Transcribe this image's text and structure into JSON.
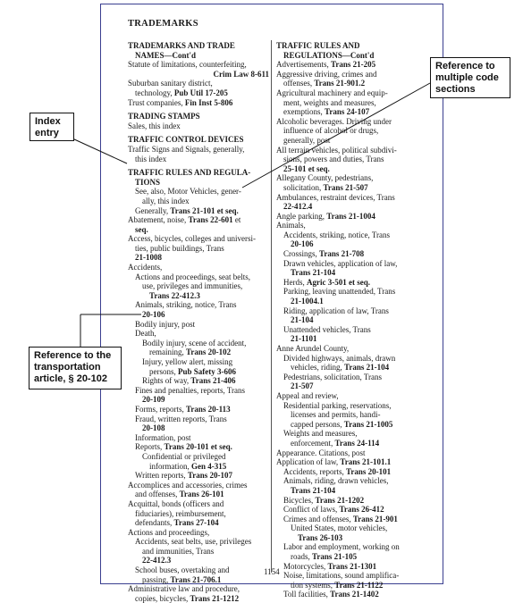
{
  "page": {
    "heading": "TRADEMARKS",
    "page_number": "1154"
  },
  "left_column": [
    {
      "text": "TRADEMARKS AND TRADE",
      "style": "head"
    },
    {
      "text": "NAMES—Cont'd",
      "style": "head-indent"
    },
    {
      "text": "Statute of limitations, counterfeiting,",
      "style": ""
    },
    {
      "text": "Crim Law 8-611",
      "style": "ref-right"
    },
    {
      "text": "Suburban sanitary district,",
      "style": ""
    },
    {
      "text": "technology, Pub Util 17-205",
      "style": "i1"
    },
    {
      "text": "Trust companies, Fin Inst 5-806",
      "style": ""
    },
    {
      "text": "",
      "style": "gap"
    },
    {
      "text": "TRADING STAMPS",
      "style": "head"
    },
    {
      "text": "Sales, this index",
      "style": ""
    },
    {
      "text": "",
      "style": "gap"
    },
    {
      "text": "TRAFFIC CONTROL DEVICES",
      "style": "head"
    },
    {
      "text": "Traffic Signs and Signals, generally,",
      "style": ""
    },
    {
      "text": "this index",
      "style": "i1"
    },
    {
      "text": "",
      "style": "gap"
    },
    {
      "text": "TRAFFIC RULES AND REGULA-",
      "style": "head"
    },
    {
      "text": "TIONS",
      "style": "head-indent"
    },
    {
      "text": "See, also, Motor Vehicles, gener-",
      "style": "i1"
    },
    {
      "text": "ally, this index",
      "style": "i2"
    },
    {
      "text": "Generally, Trans 21-101 et seq.",
      "style": "i1"
    },
    {
      "text": "Abatement, noise, Trans 22-601 et",
      "style": ""
    },
    {
      "text": "seq.",
      "style": "i1"
    },
    {
      "text": "Access, bicycles, colleges and universi-",
      "style": ""
    },
    {
      "text": "ties, public buildings, Trans",
      "style": "i1"
    },
    {
      "text": "21-1008",
      "style": "i1"
    },
    {
      "text": "Accidents,",
      "style": ""
    },
    {
      "text": "Actions and proceedings, seat belts,",
      "style": "i1"
    },
    {
      "text": "use, privileges and immunities,",
      "style": "i2"
    },
    {
      "text": "Trans 22-412.3",
      "style": "i3"
    },
    {
      "text": "Animals, striking, notice, Trans",
      "style": "i1"
    },
    {
      "text": "20-106",
      "style": "i2"
    },
    {
      "text": "Bodily injury, post",
      "style": "i1"
    },
    {
      "text": "Death,",
      "style": "i1"
    },
    {
      "text": "Bodily injury, scene of accident,",
      "style": "i2"
    },
    {
      "text": "remaining, Trans 20-102",
      "style": "i3"
    },
    {
      "text": "Injury, yellow alert, missing",
      "style": "i2"
    },
    {
      "text": "persons, Pub Safety 3-606",
      "style": "i3"
    },
    {
      "text": "Rights of way, Trans 21-406",
      "style": "i2"
    },
    {
      "text": "Fines and penalties, reports, Trans",
      "style": "i1"
    },
    {
      "text": "20-109",
      "style": "i2"
    },
    {
      "text": "Forms, reports, Trans 20-113",
      "style": "i1"
    },
    {
      "text": "Fraud, written reports, Trans",
      "style": "i1"
    },
    {
      "text": "20-108",
      "style": "i2"
    },
    {
      "text": "Information, post",
      "style": "i1"
    },
    {
      "text": "Reports, Trans 20-101 et seq.",
      "style": "i1"
    },
    {
      "text": "Confidential or privileged",
      "style": "i2"
    },
    {
      "text": "information, Gen 4-315",
      "style": "i3"
    },
    {
      "text": "Written reports, Trans 20-107",
      "style": "i1"
    },
    {
      "text": "Accomplices and accessories, crimes",
      "style": ""
    },
    {
      "text": "and offenses, Trans 26-101",
      "style": "i1"
    },
    {
      "text": "Acquittal, bonds (officers and",
      "style": ""
    },
    {
      "text": "fiduciaries), reimbursement,",
      "style": "i1"
    },
    {
      "text": "defendants, Trans 27-104",
      "style": "i1"
    },
    {
      "text": "Actions and proceedings,",
      "style": ""
    },
    {
      "text": "Accidents, seat belts, use, privileges",
      "style": "i1"
    },
    {
      "text": "and immunities, Trans",
      "style": "i2"
    },
    {
      "text": "22-412.3",
      "style": "i2"
    },
    {
      "text": "School buses, overtaking and",
      "style": "i1"
    },
    {
      "text": "passing, Trans 21-706.1",
      "style": "i2"
    },
    {
      "text": "Administrative law and procedure,",
      "style": ""
    },
    {
      "text": "copies, bicycles, Trans 21-1212",
      "style": "i1"
    }
  ],
  "right_column": [
    {
      "text": "TRAFFIC RULES AND",
      "style": "head"
    },
    {
      "text": "REGULATIONS—Cont'd",
      "style": "head-indent"
    },
    {
      "text": "Advertisements, Trans 21-205",
      "style": ""
    },
    {
      "text": "Aggressive driving, crimes and",
      "style": ""
    },
    {
      "text": "offenses, Trans 21-901.2",
      "style": "i1"
    },
    {
      "text": "Agricultural machinery and equip-",
      "style": ""
    },
    {
      "text": "ment, weights and measures,",
      "style": "i1"
    },
    {
      "text": "exemptions, Trans 24-107",
      "style": "i1"
    },
    {
      "text": "Alcoholic beverages. Driving under",
      "style": ""
    },
    {
      "text": "influence of alcohol or drugs,",
      "style": "i1"
    },
    {
      "text": "generally, post",
      "style": "i1"
    },
    {
      "text": "All terrain vehicles, political subdivi-",
      "style": ""
    },
    {
      "text": "sions, powers and duties, Trans",
      "style": "i1"
    },
    {
      "text": "25-101 et seq.",
      "style": "i1"
    },
    {
      "text": "Allegany County, pedestrians,",
      "style": ""
    },
    {
      "text": "solicitation, Trans 21-507",
      "style": "i1"
    },
    {
      "text": "Ambulances, restraint devices, Trans",
      "style": ""
    },
    {
      "text": "22-412.4",
      "style": "i1"
    },
    {
      "text": "Angle parking, Trans 21-1004",
      "style": ""
    },
    {
      "text": "Animals,",
      "style": ""
    },
    {
      "text": "Accidents, striking, notice, Trans",
      "style": "i1"
    },
    {
      "text": "20-106",
      "style": "i2"
    },
    {
      "text": "Crossings, Trans 21-708",
      "style": "i1"
    },
    {
      "text": "Drawn vehicles, application of law,",
      "style": "i1"
    },
    {
      "text": "Trans 21-104",
      "style": "i2"
    },
    {
      "text": "Herds, Agric 3-501 et seq.",
      "style": "i1"
    },
    {
      "text": "Parking, leaving unattended, Trans",
      "style": "i1"
    },
    {
      "text": "21-1004.1",
      "style": "i2"
    },
    {
      "text": "Riding, application of law, Trans",
      "style": "i1"
    },
    {
      "text": "21-104",
      "style": "i2"
    },
    {
      "text": "Unattended vehicles, Trans",
      "style": "i1"
    },
    {
      "text": "21-1101",
      "style": "i2"
    },
    {
      "text": "Anne Arundel County,",
      "style": ""
    },
    {
      "text": "Divided highways, animals, drawn",
      "style": "i1"
    },
    {
      "text": "vehicles, riding, Trans 21-104",
      "style": "i2"
    },
    {
      "text": "Pedestrians, solicitation, Trans",
      "style": "i1"
    },
    {
      "text": "21-507",
      "style": "i2"
    },
    {
      "text": "Appeal and review,",
      "style": ""
    },
    {
      "text": "Residential parking, reservations,",
      "style": "i1"
    },
    {
      "text": "licenses and permits, handi-",
      "style": "i2"
    },
    {
      "text": "capped persons, Trans 21-1005",
      "style": "i2"
    },
    {
      "text": "Weights and measures,",
      "style": "i1"
    },
    {
      "text": "enforcement, Trans 24-114",
      "style": "i2"
    },
    {
      "text": "Appearance. Citations, post",
      "style": ""
    },
    {
      "text": "Application of law, Trans 21-101.1",
      "style": ""
    },
    {
      "text": "Accidents, reports, Trans 20-101",
      "style": "i1"
    },
    {
      "text": "Animals, riding, drawn vehicles,",
      "style": "i1"
    },
    {
      "text": "Trans 21-104",
      "style": "i2"
    },
    {
      "text": "Bicycles, Trans 21-1202",
      "style": "i1"
    },
    {
      "text": "Conflict of laws, Trans 26-412",
      "style": "i1"
    },
    {
      "text": "Crimes and offenses, Trans 21-901",
      "style": "i1"
    },
    {
      "text": "United States, motor vehicles,",
      "style": "i2"
    },
    {
      "text": "Trans 26-103",
      "style": "i3"
    },
    {
      "text": "Labor and employment, working on",
      "style": "i1"
    },
    {
      "text": "roads, Trans 21-105",
      "style": "i2"
    },
    {
      "text": "Motorcycles, Trans 21-1301",
      "style": "i1"
    },
    {
      "text": "Noise, limitations, sound amplifica-",
      "style": "i1"
    },
    {
      "text": "tion systems, Trans 21-1122",
      "style": "i2"
    },
    {
      "text": "Toll facilities, Trans 21-1402",
      "style": "i1"
    }
  ],
  "callouts": {
    "index_entry": "Index entry",
    "multiple_sections": "Reference to multiple code sections",
    "transportation": "Reference to the transportation article, § 20-102"
  },
  "colors": {
    "page_border": "#3a3f8f",
    "callout_border": "#111111"
  }
}
